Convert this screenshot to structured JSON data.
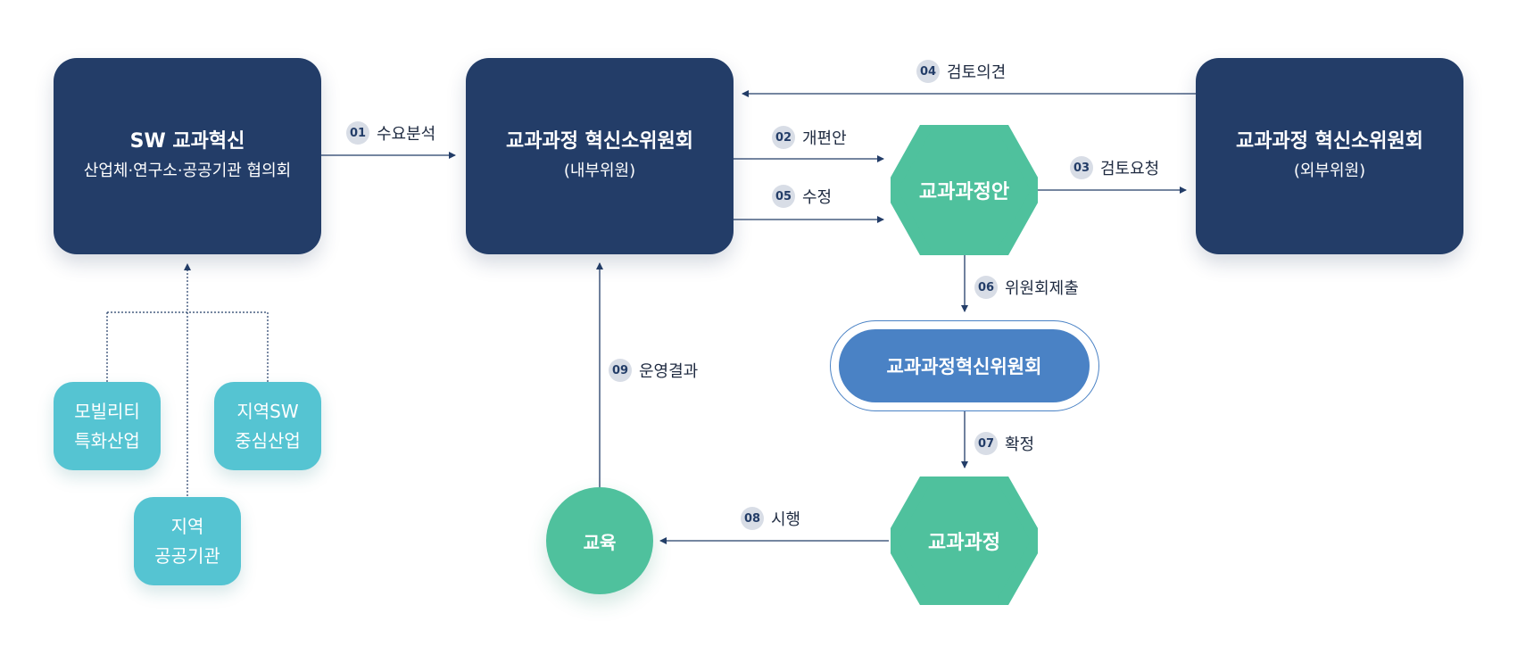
{
  "nodes": {
    "sw_council": {
      "title": "SW 교과혁신",
      "subtitle": "산업체·연구소·공공기관 협의회"
    },
    "internal_committee": {
      "title": "교과과정 혁신소위원회",
      "subtitle": "(내부위원)"
    },
    "external_committee": {
      "title": "교과과정 혁신소위원회",
      "subtitle": "(외부위원)"
    },
    "curriculum_draft": "교과과정안",
    "innovation_committee": "교과과정혁신위원회",
    "curriculum": "교과과정",
    "education": "교육",
    "mobility": "모빌리티\n특화산업",
    "regional_sw": "지역SW\n중심산업",
    "regional_public": "지역\n공공기관"
  },
  "steps": [
    {
      "num": "01",
      "label": "수요분석"
    },
    {
      "num": "02",
      "label": "개편안"
    },
    {
      "num": "03",
      "label": "검토요청"
    },
    {
      "num": "04",
      "label": "검토의견"
    },
    {
      "num": "05",
      "label": "수정"
    },
    {
      "num": "06",
      "label": "위원회제출"
    },
    {
      "num": "07",
      "label": "확정"
    },
    {
      "num": "08",
      "label": "시행"
    },
    {
      "num": "09",
      "label": "운영결과"
    }
  ],
  "colors": {
    "navy": "#233d68",
    "teal": "#55c4d2",
    "green": "#4fc19d",
    "blue": "#4a82c5",
    "line": "#233d68"
  }
}
